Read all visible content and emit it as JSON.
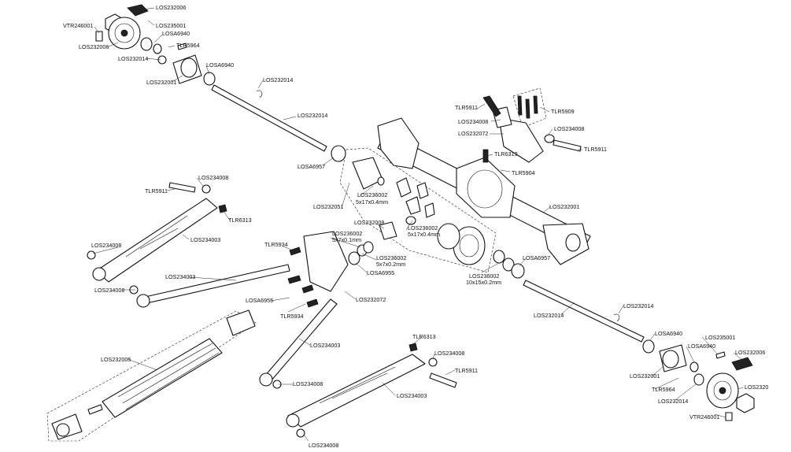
{
  "callouts": [
    "LOS232006",
    "LOS235001",
    "VTR246001",
    "LOS232006",
    "LOSA6940",
    "TLR5964",
    "LOS232014",
    "LOS232001",
    "LOSA6940",
    "LOS232014",
    "LOS232014",
    "LOSA6957",
    "TLR5911",
    "TLR5909",
    "LOS234008",
    "LOS232072",
    "LOS234008",
    "TLR5911",
    "TLR6313",
    "TLR5904",
    "LOS232001",
    "LOS234008",
    "TLR5911",
    "TLR6313",
    "LOS234003",
    "LOS234008",
    "LOS236002 5x17x0.4mm",
    "LOS232051",
    "LOS232008",
    "LOS236002 5x17x0.4mm",
    "LOS236002 5x7x0.1mm",
    "TLR5934",
    "LOS236002 5x7x0.2mm",
    "LOSA6955",
    "LOS234003",
    "LOS234008",
    "LOSA6955",
    "LOS232072",
    "TLR5934",
    "LOSA6957",
    "LOS236002 10x15x0.2mm",
    "LOS232014",
    "LOS232014",
    "LOS232005",
    "LOS234003",
    "TLR6313",
    "LOS234008",
    "TLR5911",
    "LOS234008",
    "LOS234003",
    "LOS234008",
    "LOSA6940",
    "LOS235001",
    "LOSA6940",
    "LOS232006",
    "LOS232001",
    "TLR5964",
    "LOS232014",
    "LOS2320",
    "VTR246001"
  ],
  "split_callouts": {
    "los236002_a": [
      "LOS236002",
      "5x17x0.4mm"
    ],
    "los236002_b": [
      "LOS236002",
      "5x17x0.4mm"
    ],
    "los236002_c": [
      "LOS236002",
      "5x7x0.1mm"
    ],
    "los236002_d": [
      "LOS236002",
      "5x7x0.2mm"
    ],
    "los236002_e": [
      "LOS236002",
      "10x15x0.2mm"
    ]
  }
}
